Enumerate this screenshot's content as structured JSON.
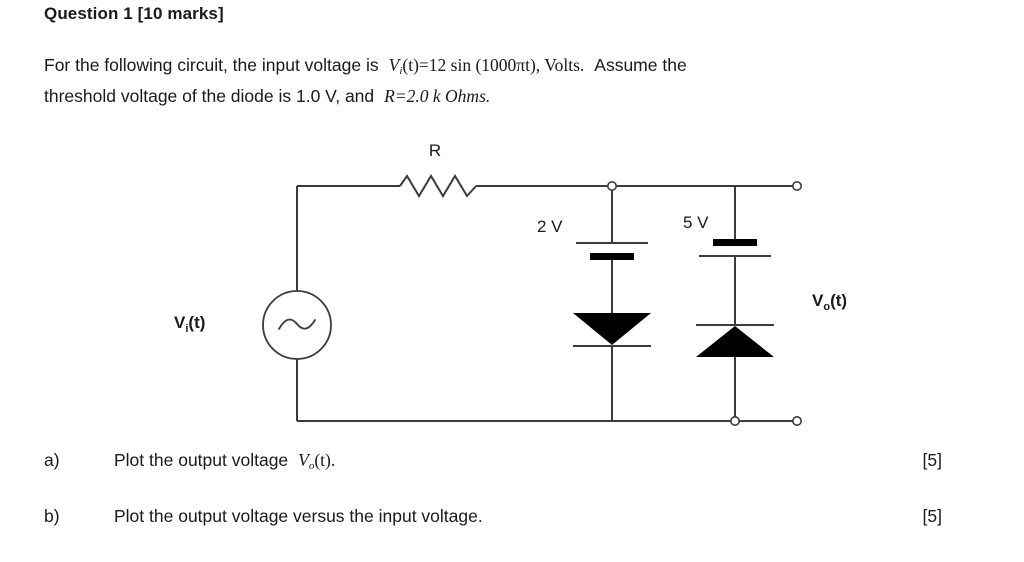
{
  "heading": {
    "text": "Question 1 [10 marks]"
  },
  "intro": {
    "line1_before": "For the following circuit, the input voltage is",
    "formula_vi": "V",
    "formula_vi_sub": "i",
    "formula_vi_rest": "(t)=12 sin (1000πt), Volts.",
    "line1_after": "Assume the",
    "line2_before": "threshold voltage of the diode is 1.0 V, and",
    "formula_r": "R=2.0 k Ohms."
  },
  "circuit": {
    "resistor_label": "R",
    "source_label_v": "V",
    "source_label_sub": "i",
    "source_label_rest": "(t)",
    "battery1_label": "2 V",
    "battery2_label": "5 V",
    "output_label_v": "V",
    "output_label_sub": "o",
    "output_label_rest": "(t)",
    "colors": {
      "wire": "#3c3c3c",
      "fill": "#000000",
      "node": "#ffffff",
      "background": "#ffffff"
    }
  },
  "parts": [
    {
      "label": "a)",
      "text_before": "Plot the output voltage",
      "formula_v": "V",
      "formula_sub": "o",
      "formula_rest": "(t).",
      "text_after": "",
      "marks": "[5]"
    },
    {
      "label": "b)",
      "text_before": "Plot the output voltage versus the input voltage.",
      "formula_v": "",
      "formula_sub": "",
      "formula_rest": "",
      "text_after": "",
      "marks": "[5]"
    }
  ]
}
